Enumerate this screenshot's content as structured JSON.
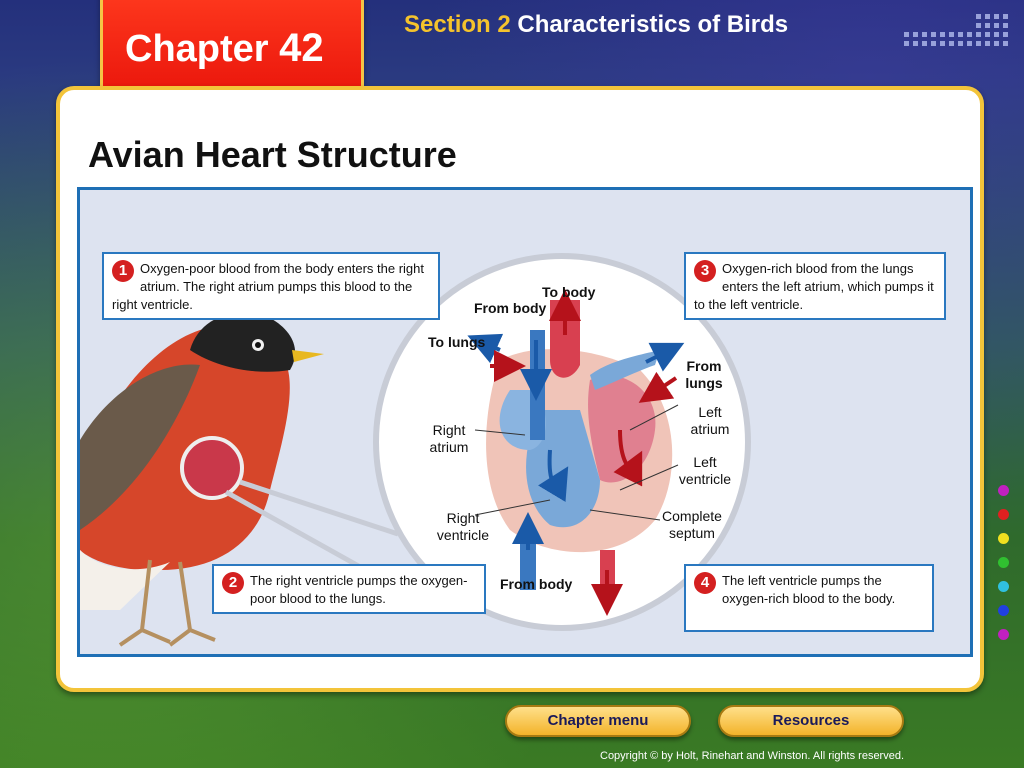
{
  "header": {
    "chapter_word": "Chapter",
    "chapter_number": "42",
    "section_word": "Section 2",
    "section_title": "Characteristics of Birds"
  },
  "slide": {
    "title": "Avian Heart Structure"
  },
  "callouts": [
    {
      "num": "1",
      "text": "Oxygen-poor blood from the body enters the right atrium. The right atrium pumps this blood to the right ventricle."
    },
    {
      "num": "2",
      "text": "The right ventricle pumps the oxygen-poor blood to the lungs."
    },
    {
      "num": "3",
      "text": "Oxygen-rich blood from the lungs enters the left atrium, which pumps it to the left ventricle."
    },
    {
      "num": "4",
      "text": "The left ventricle pumps the oxygen-rich blood to the body."
    }
  ],
  "diagram_labels": {
    "to_body": "To body",
    "from_body_top": "From body",
    "to_lungs": "To lungs",
    "from_lungs": "From lungs",
    "right_atrium": "Right atrium",
    "right_ventricle": "Right ventricle",
    "left_atrium": "Left atrium",
    "left_ventricle": "Left ventricle",
    "complete_septum": "Complete septum",
    "from_body_bottom": "From body"
  },
  "nav": {
    "chapter_menu": "Chapter menu",
    "resources": "Resources"
  },
  "footer": {
    "copyright": "Copyright © by Holt, Rinehart and Winston. All rights reserved."
  },
  "colors": {
    "oxygen_rich": "#b5121b",
    "oxygen_poor": "#1a5aa8",
    "accent_gold": "#f3c43a",
    "chapter_red": "#e8120a"
  },
  "nav_dot_colors": [
    "#c020c0",
    "#e02020",
    "#f0e020",
    "#30c030",
    "#30c0e0",
    "#2040e0",
    "#c020c0"
  ]
}
